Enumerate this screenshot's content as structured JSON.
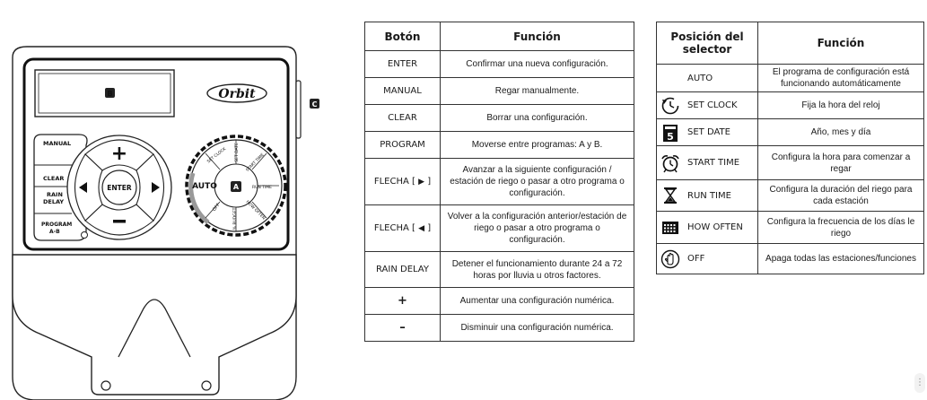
{
  "device": {
    "logo": "Orbit",
    "display_marker": "B",
    "dial_marker": "A",
    "side_marker": "C",
    "buttons": {
      "manual": "MANUAL",
      "clear": "CLEAR",
      "rain_delay_line1": "RAIN",
      "rain_delay_line2": "DELAY",
      "program_line1": "PROGRAM",
      "program_line2": "A-B",
      "enter": "ENTER",
      "auto": "AUTO"
    },
    "dial_labels": {
      "set_clock": "SET CLOCK",
      "set_date": "SET DATE",
      "start_time": "START TIME",
      "run_time": "RUN TIME",
      "how_often": "HOW OFTEN",
      "budget": "% BUDGET",
      "off": "OFF"
    }
  },
  "buttons_table": {
    "header_button": "Botón",
    "header_function": "Función",
    "rows": [
      {
        "key": "ENTER",
        "desc": "Confirmar una nueva configuración."
      },
      {
        "key": "MANUAL",
        "desc": "Regar manualmente."
      },
      {
        "key": "CLEAR",
        "desc": "Borrar una configuración."
      },
      {
        "key": "PROGRAM",
        "desc": "Moverse entre programas: A y B."
      },
      {
        "key": "FLECHA [",
        "key_arrow": "▶",
        "key_end": "]",
        "desc": "Avanzar a la siguiente configuración / estación de riego o pasar a otro programa o configuración."
      },
      {
        "key": "FLECHA [",
        "key_arrow": "◀",
        "key_end": "]",
        "desc": "Volver a la configuración anterior/estación de riego o pasar a otro programa o configuración."
      },
      {
        "key": "RAIN DELAY",
        "desc": "Detener el funcionamiento durante 24 a 72 horas por lluvia u otros factores."
      },
      {
        "key": "+",
        "desc": "Aumentar una configuración numérica."
      },
      {
        "key": "–",
        "desc": "Disminuir una configuración numérica."
      }
    ]
  },
  "dial_table": {
    "header_position": "Posición del selector",
    "header_function": "Función",
    "rows": [
      {
        "icon": "none",
        "label": "AUTO",
        "desc": "El programa de configuración está funcionando automáticamente"
      },
      {
        "icon": "clock-arrow-icon",
        "label": "SET CLOCK",
        "desc": "Fija la hora del reloj"
      },
      {
        "icon": "calendar-icon",
        "label": "SET DATE",
        "desc": "Año, mes y día"
      },
      {
        "icon": "alarm-clock-icon",
        "label": "START TIME",
        "desc": "Configura la hora para comenzar a regar"
      },
      {
        "icon": "hourglass-icon",
        "label": "RUN TIME",
        "desc": "Configura la duración del riego para cada estación"
      },
      {
        "icon": "calendar-grid-icon",
        "label": "HOW OFTEN",
        "desc": "Configura la frecuencia de los días le riego"
      },
      {
        "icon": "hand-stop-icon",
        "label": "OFF",
        "desc": "Apaga todas las estaciones/funciones"
      }
    ]
  },
  "calendar_day": "5",
  "corner_glyph": "⋮"
}
